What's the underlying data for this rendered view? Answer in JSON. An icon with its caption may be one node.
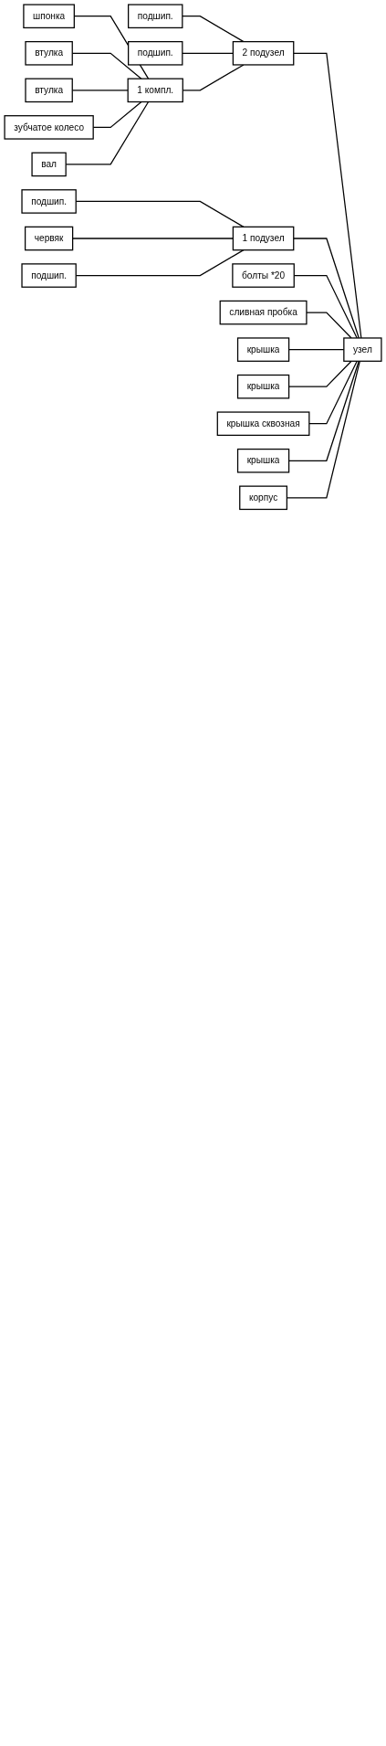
{
  "diagram": {
    "nodes": [
      {
        "text": [
          "подшип."
        ]
      },
      {
        "text": [
          "2 подузел"
        ]
      },
      {
        "text": [
          "подшип."
        ]
      },
      {
        "text": [
          "шпонка"
        ]
      },
      {
        "text": [
          "1 компл."
        ]
      },
      {
        "text": [
          "втулка"
        ]
      },
      {
        "text": [
          "втулка"
        ]
      },
      {
        "text": [
          "зубчатое колесо"
        ]
      },
      {
        "text": [
          "узел"
        ]
      },
      {
        "text": [
          "вал"
        ]
      },
      {
        "text": [
          "подшип."
        ]
      },
      {
        "text": [
          "червяк"
        ]
      },
      {
        "text": [
          "1 подузел"
        ]
      },
      {
        "text": [
          "болты *20"
        ]
      },
      {
        "text": [
          "подшип."
        ]
      },
      {
        "text": [
          "сливная пробка"
        ]
      },
      {
        "text": [
          "крышка"
        ]
      },
      {
        "text": [
          "крышка"
        ]
      },
      {
        "text": [
          "крышка сквозная"
        ]
      },
      {
        "text": [
          "крышка"
        ]
      },
      {
        "text": [
          "корпус"
        ]
      }
    ],
    "edges": [
      {
        "from": 0,
        "to": 1,
        "arrow": "none"
      },
      {
        "from": 2,
        "to": 1,
        "arrow": "none"
      },
      {
        "from": 4,
        "to": 1,
        "arrow": "none"
      },
      {
        "from": 3,
        "to": 4,
        "arrow": "none"
      },
      {
        "from": 5,
        "to": 4,
        "arrow": "none"
      },
      {
        "from": 6,
        "to": 4,
        "arrow": "none"
      },
      {
        "from": 7,
        "to": 4,
        "arrow": "none"
      },
      {
        "from": 9,
        "to": 4,
        "arrow": "none"
      },
      {
        "from": 1,
        "to": 8,
        "arrow": "none"
      },
      {
        "from": 10,
        "to": 12,
        "arrow": "none"
      },
      {
        "from": 11,
        "to": 12,
        "arrow": "none"
      },
      {
        "from": 14,
        "to": 12,
        "arrow": "none"
      },
      {
        "from": 12,
        "to": 8,
        "arrow": "none"
      },
      {
        "from": 13,
        "to": 8,
        "arrow": "none"
      },
      {
        "from": 15,
        "to": 8,
        "arrow": "none"
      },
      {
        "from": 16,
        "to": 8,
        "arrow": "none"
      },
      {
        "from": 17,
        "to": 8,
        "arrow": "none"
      },
      {
        "from": 18,
        "to": 8,
        "arrow": "none"
      },
      {
        "from": 19,
        "to": 8,
        "arrow": "none"
      },
      {
        "from": 20,
        "to": 8,
        "arrow": "none"
      }
    ]
  }
}
